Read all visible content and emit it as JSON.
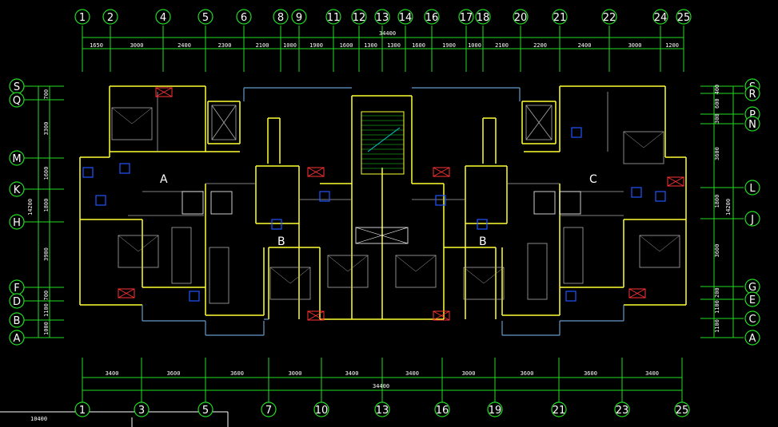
{
  "drawing": {
    "top_axis_labels": [
      "1",
      "2",
      "4",
      "5",
      "6",
      "8",
      "9",
      "11",
      "12",
      "13",
      "14",
      "16",
      "17",
      "18",
      "20",
      "21",
      "22",
      "24",
      "25"
    ],
    "top_total": "34400",
    "top_dims": [
      "1650",
      "3000",
      "2400",
      "2300",
      "2100",
      "1000",
      "1900",
      "1600",
      "1300",
      "1300",
      "1600",
      "1900",
      "1000",
      "2100",
      "2200",
      "2400",
      "3000",
      "1200"
    ],
    "bottom_axis_labels": [
      "1",
      "3",
      "5",
      "7",
      "10",
      "13",
      "16",
      "19",
      "21",
      "23",
      "25"
    ],
    "bottom_total": "34400",
    "bottom_dims": [
      "3400",
      "3600",
      "3600",
      "3000",
      "3400",
      "3400",
      "3000",
      "3600",
      "3600",
      "3400"
    ],
    "left_axis_labels": [
      "S",
      "Q",
      "M",
      "K",
      "H",
      "F",
      "D",
      "B",
      "A"
    ],
    "left_total": "14200",
    "left_dims": [
      "700",
      "3300",
      "1600",
      "1800",
      "3900",
      "700",
      "1100",
      "1000"
    ],
    "right_axis_labels": [
      "S",
      "R",
      "P",
      "N",
      "L",
      "J",
      "G",
      "E",
      "C",
      "A"
    ],
    "right_total": "14200",
    "right_dims": [
      "400",
      "600",
      "300",
      "3600",
      "1800",
      "3600",
      "200",
      "1100",
      "1100"
    ],
    "unit_labels": [
      "A",
      "B",
      "B",
      "C"
    ],
    "corner_dim": "10400"
  }
}
